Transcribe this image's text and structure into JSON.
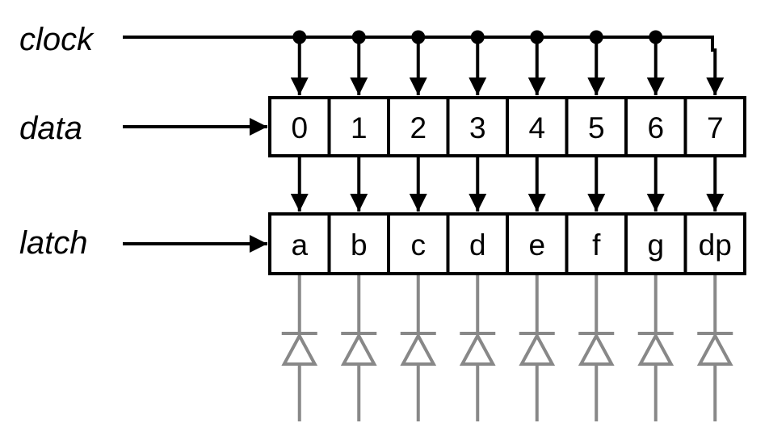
{
  "labels": {
    "clock": "clock",
    "data": "data",
    "latch": "latch"
  },
  "data_cells": [
    "0",
    "1",
    "2",
    "3",
    "4",
    "5",
    "6",
    "7"
  ],
  "latch_cells": [
    "a",
    "b",
    "c",
    "d",
    "e",
    "f",
    "g",
    "dp"
  ],
  "colors": {
    "line": "#000000",
    "diode": "#888888",
    "background": "#ffffff"
  }
}
